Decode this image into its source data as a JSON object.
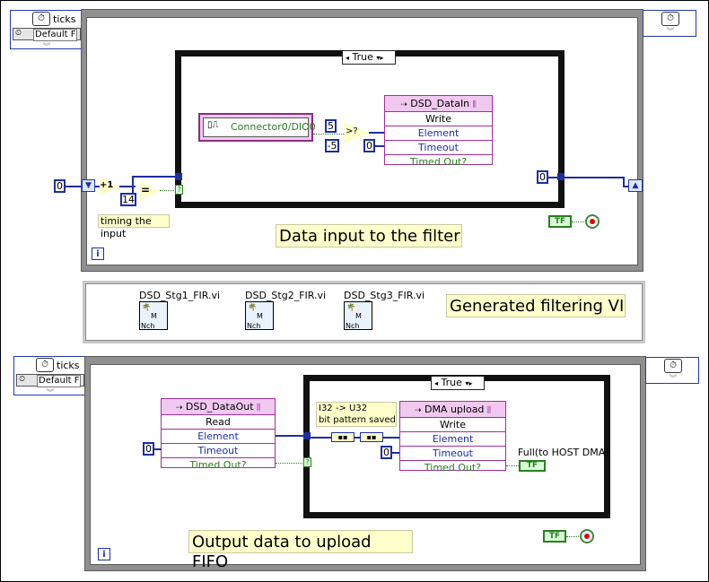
{
  "top_loop": {
    "ticks_label": "ticks",
    "default_label": "Default F",
    "iteration_label": "i",
    "case_selector": "True",
    "fifo_name": "DSD_DataIn",
    "fifo_rows": [
      "Write",
      "Element",
      "Timeout",
      "Timed Out?"
    ],
    "io_name": "Connector0/DIO0",
    "const_zero_left": "0",
    "const_14": "14",
    "const_5": "5",
    "const_neg5": "-5",
    "const_timeout": "0",
    "const_right": "0",
    "increment_label": "+1",
    "comment_timing": "timing the input",
    "comment_title": "Data input to the filter",
    "bool_label": "TF"
  },
  "middle": {
    "vis": [
      "DSD_Stg1_FIR.vi",
      "DSD_Stg2_FIR.vi",
      "DSD_Stg3_FIR.vi"
    ],
    "title": "Generated filtering VI"
  },
  "bottom_loop": {
    "ticks_label": "ticks",
    "default_label": "Default F",
    "iteration_label": "i",
    "case_selector": "True",
    "fifo_out_name": "DSD_DataOut",
    "fifo_out_rows": [
      "Read",
      "Element",
      "Timeout",
      "Timed Out?"
    ],
    "const_timeout_out": "0",
    "dma_name": "DMA upload",
    "dma_rows": [
      "Write",
      "Element",
      "Timeout",
      "Timed Out?"
    ],
    "const_timeout_dma": "0",
    "convert_note_line1": "I32 -> U32",
    "convert_note_line2": "bit pattern saved",
    "full_label": "Full(to HOST DMA)",
    "indicator_label": "TF",
    "comment_title": "Output data to upload FIFO",
    "bool_label": "TF"
  }
}
